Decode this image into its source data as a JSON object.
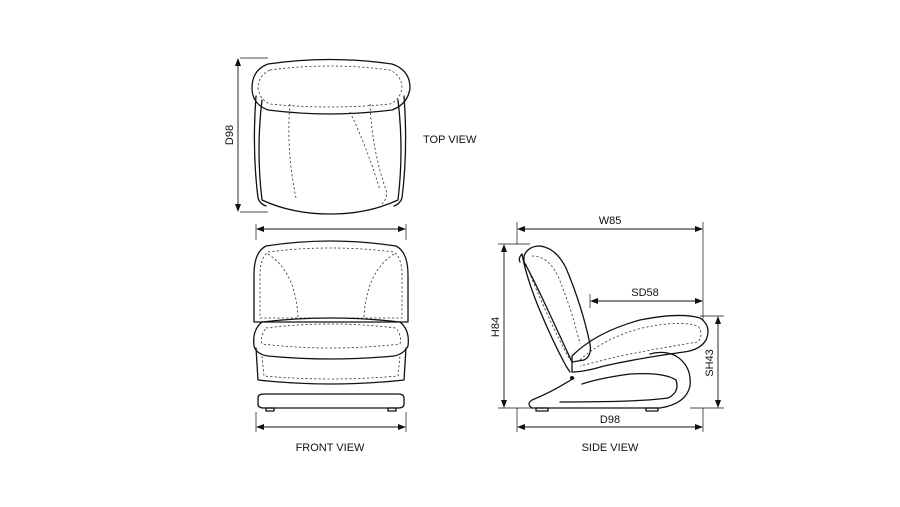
{
  "views": {
    "top": "TOP VIEW",
    "front": "FRONT VIEW",
    "side": "SIDE VIEW"
  },
  "dimensions": {
    "top_depth": "D98",
    "side_width": "W85",
    "side_height": "H84",
    "side_seat_depth": "SD58",
    "side_seat_height": "SH43",
    "side_depth": "D98"
  },
  "colors": {
    "line": "#111111",
    "background": "#ffffff"
  }
}
